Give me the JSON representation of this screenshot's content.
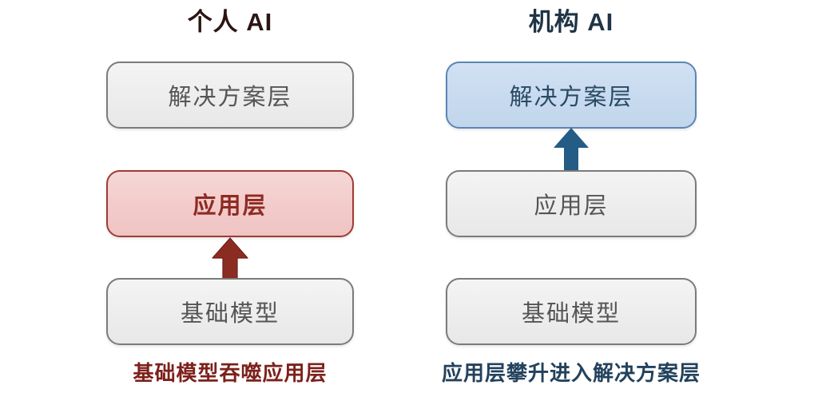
{
  "diagram": {
    "background_color": "#ffffff",
    "columns": [
      {
        "id": "personal-ai",
        "title": "个人 AI",
        "title_color": "#2b1512",
        "boxes": [
          {
            "id": "solution-layer",
            "label": "解决方案层",
            "style": "gray",
            "fill": "#ededed",
            "border": "#7b7b7b",
            "text_color": "#555555"
          },
          {
            "id": "application-layer",
            "label": "应用层",
            "style": "red",
            "fill": "#f2cbca",
            "border": "#9e3b34",
            "text_color": "#8e2a23"
          },
          {
            "id": "base-model-layer",
            "label": "基础模型",
            "style": "gray",
            "fill": "#ededed",
            "border": "#7b7b7b",
            "text_color": "#555555"
          }
        ],
        "arrow": {
          "id": "arrow-base-to-application",
          "direction": "up",
          "color": "#8b2c22",
          "from": "基础模型",
          "to": "应用层"
        },
        "caption": "基础模型吞噬应用层",
        "caption_color": "#7d211c"
      },
      {
        "id": "institutional-ai",
        "title": "机构 AI",
        "title_color": "#1f3446",
        "boxes": [
          {
            "id": "solution-layer",
            "label": "解决方案层",
            "style": "blue",
            "fill": "#c7daef",
            "border": "#5b86b4",
            "text_color": "#2a4a63"
          },
          {
            "id": "application-layer",
            "label": "应用层",
            "style": "gray",
            "fill": "#ededed",
            "border": "#7b7b7b",
            "text_color": "#555555"
          },
          {
            "id": "base-model-layer",
            "label": "基础模型",
            "style": "gray",
            "fill": "#ededed",
            "border": "#7b7b7b",
            "text_color": "#555555"
          }
        ],
        "arrow": {
          "id": "arrow-application-to-solution",
          "direction": "up",
          "color": "#245c86",
          "from": "应用层",
          "to": "解决方案层"
        },
        "caption": "应用层攀升进入解决方案层",
        "caption_color": "#23425c"
      }
    ]
  }
}
